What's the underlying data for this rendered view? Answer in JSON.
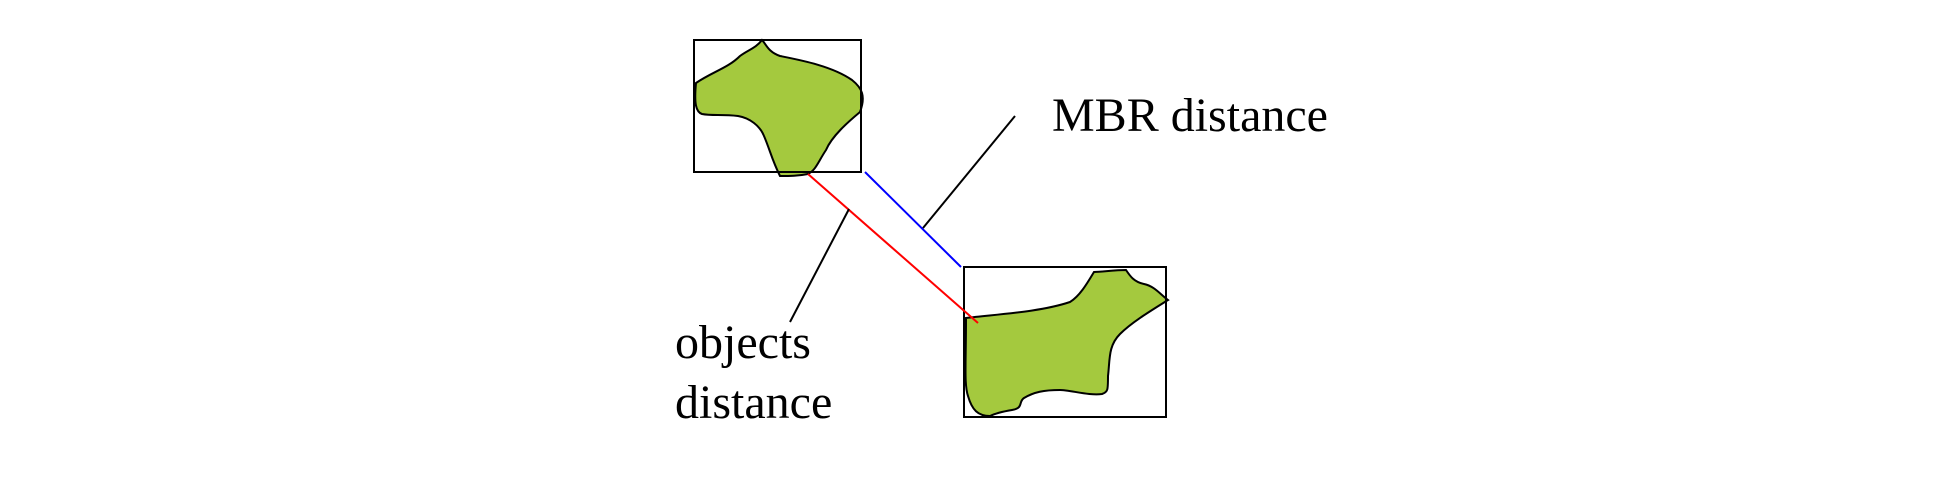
{
  "diagram": {
    "labels": {
      "mbr_distance": "MBR distance",
      "objects_line1": "objects",
      "objects_line2": "distance"
    },
    "colors": {
      "object_fill": "#a4c93e",
      "mbr_line": "#0000ff",
      "objects_line": "#ff0000",
      "outline": "#000000"
    }
  }
}
